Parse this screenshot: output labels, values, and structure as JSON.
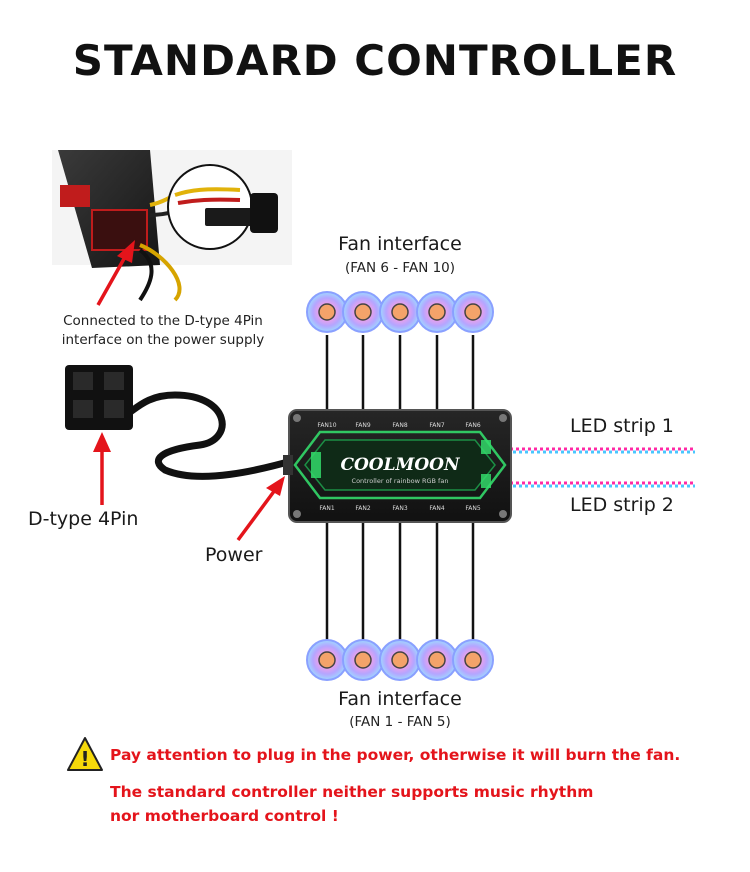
{
  "title": "STANDARD CONTROLLER",
  "psu": {
    "caption_line1": "Connected to the D-type 4Pin",
    "caption_line2": "interface on the power supply"
  },
  "labels": {
    "dtype": "D-type 4Pin",
    "power": "Power",
    "led1": "LED strip 1",
    "led2": "LED strip 2"
  },
  "fans_top": {
    "title": "Fan interface",
    "subtitle": "(FAN 6 - FAN 10)"
  },
  "fans_bottom": {
    "title": "Fan interface",
    "subtitle": "(FAN 1 - FAN 5)"
  },
  "controller": {
    "brand": "COOLMOON",
    "tagline": "Controller of rainbow RGB fan",
    "top_ports": [
      "FAN10",
      "FAN9",
      "FAN8",
      "FAN7",
      "FAN6"
    ],
    "bottom_ports": [
      "FAN1",
      "FAN2",
      "FAN3",
      "FAN4",
      "FAN5"
    ]
  },
  "warnings": {
    "line1": "Pay attention to plug in the power, otherwise it will burn the fan.",
    "line2": "The standard controller neither supports music rhythm",
    "line3": "nor motherboard control !"
  },
  "colors": {
    "arrow": "#e4141b",
    "warning_text": "#e4141b",
    "warning_icon": "#f5d90a",
    "controller_body": "#1c1c1c",
    "controller_glow": "#33d96a",
    "psu_body": "#2a2a2a"
  }
}
